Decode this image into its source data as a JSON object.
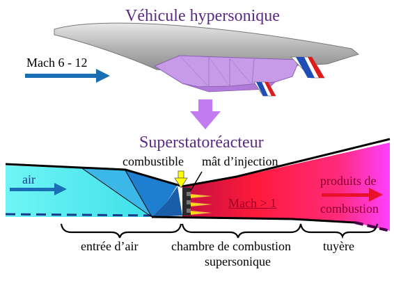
{
  "title_vehicle": "Véhicule hypersonique",
  "mach_range": "Mach 6 - 12",
  "title_engine": "Superstatoréacteur",
  "labels": {
    "fuel": "combustible",
    "injection_mast": "mât d’injection",
    "air": "air",
    "mach_gt_1": "Mach > 1",
    "products_line1": "produits de",
    "products_line2": "combustion",
    "inlet": "entrée d’air",
    "chamber_line1": "chambre de combustion",
    "chamber_line2": "supersonique",
    "nozzle": "tuyère"
  },
  "colors": {
    "title": "#5b2a86",
    "air_flow": "#5ef0f0",
    "inlet_blue": "#1e7fd0",
    "vehicle_body": "#b8b8b8",
    "vehicle_underside": "#c89be8",
    "arrow_purple": "#c27bf0",
    "flow_arrow_blue": "#1a6fb4",
    "products_arrow": "#e8102a",
    "combustion_red": "#f01a3a",
    "nozzle_magenta": "#ff40ff",
    "fuel_yellow": "#ffff00"
  }
}
